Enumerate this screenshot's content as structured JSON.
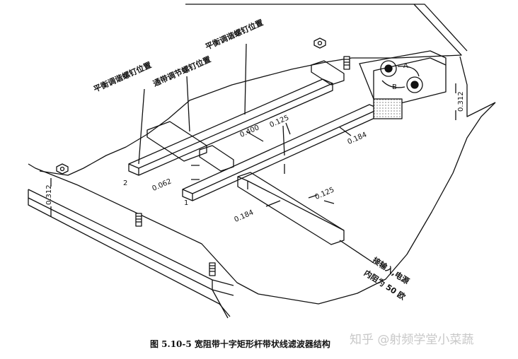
{
  "labels": {
    "balance_screw_1": "平衡调谐螺钉位置",
    "balance_screw_2": "平衡调谐螺钉位置",
    "passband_screw": "通带调节螺钉位置",
    "dim_0400": "0.400",
    "dim_0125_top": "0.125",
    "dim_0184_right": "0.184",
    "dim_0062": "0.062",
    "dim_0184_left": "0.184",
    "dim_0125_right": "0.125",
    "dim_0312_left": "0.312",
    "dim_0312_right": "0.312",
    "port_1": "1",
    "port_2": "2",
    "connector_a": "A",
    "connector_b": "B",
    "input_note_line1": "接输入,电源",
    "input_note_line2": "内阻为 50 欧"
  },
  "caption": "图 5.10-5   宽阻带十字矩形杆带状线滤波器结构",
  "watermark": "知乎 @射频学堂小菜蔬"
}
